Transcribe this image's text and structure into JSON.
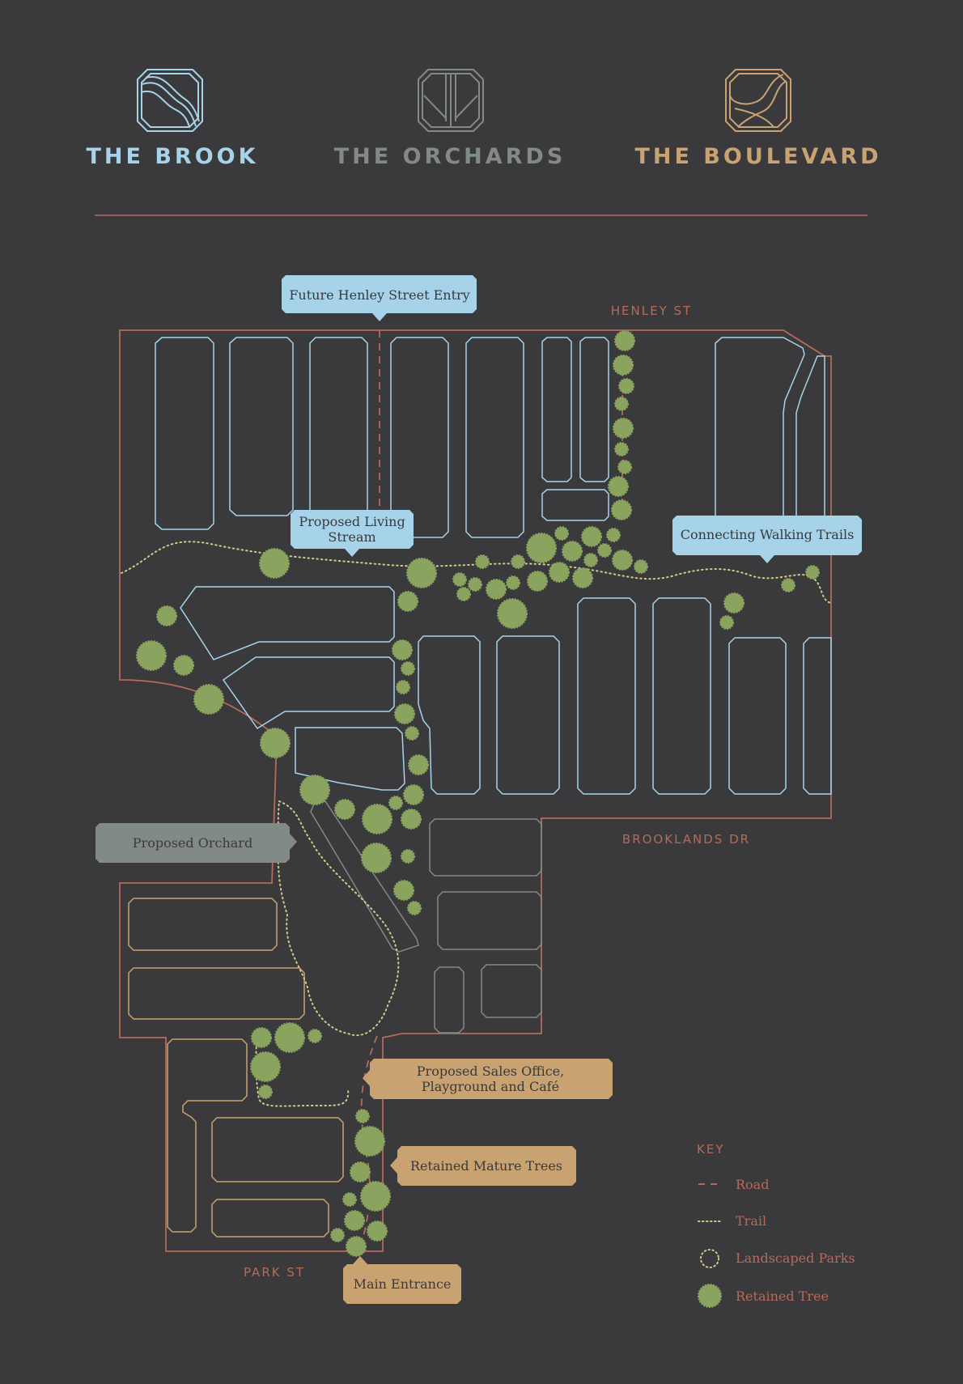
{
  "brands": [
    {
      "name": "THE BROOK",
      "color": "#a6d3ea",
      "icon": "brook-icon"
    },
    {
      "name": "THE ORCHARDS",
      "color": "#828a85",
      "icon": "orchards-icon"
    },
    {
      "name": "THE BOULEVARD",
      "color": "#c9a272",
      "icon": "boulevard-icon"
    }
  ],
  "colors": {
    "background": "#3a3a3c",
    "boundary": "#b56a5a",
    "brook": "#a6d3ea",
    "orchards": "#828a85",
    "boulevard": "#c9a272",
    "tree": "#8aa35e",
    "trail": "#d4c98a",
    "label_text": "#3a3a3c"
  },
  "streets": {
    "henley": "HENLEY ST",
    "brooklands": "BROOKLANDS DR",
    "park": "PARK ST"
  },
  "callouts": {
    "henley_entry": "Future Henley Street Entry",
    "living_stream_1": "Proposed Living",
    "living_stream_2": "Stream",
    "walking_trails": "Connecting Walking Trails",
    "orchard": "Proposed Orchard",
    "sales_office_1": "Proposed Sales Office,",
    "sales_office_2": "Playground and Café",
    "retained_trees": "Retained Mature Trees",
    "main_entrance": "Main Entrance"
  },
  "key": {
    "title": "KEY",
    "items": [
      {
        "label": "Road",
        "icon": "road-dash-icon"
      },
      {
        "label": "Trail",
        "icon": "trail-dot-icon"
      },
      {
        "label": "Landscaped Parks",
        "icon": "park-circle-icon"
      },
      {
        "label": "Retained Tree",
        "icon": "tree-circle-icon"
      }
    ]
  }
}
